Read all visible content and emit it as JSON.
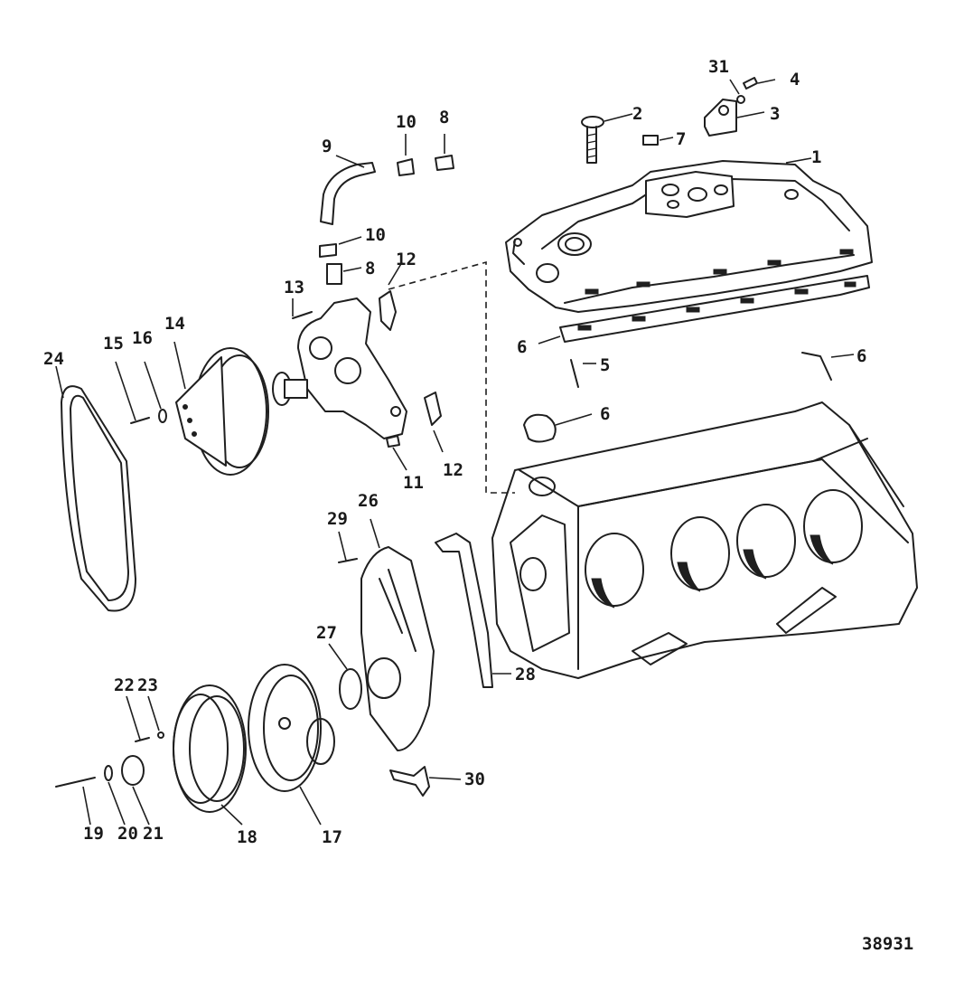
{
  "diagram": {
    "drawing_number": "38931",
    "callouts": [
      {
        "id": "c1",
        "label": "1"
      },
      {
        "id": "c2",
        "label": "2"
      },
      {
        "id": "c3",
        "label": "3"
      },
      {
        "id": "c4",
        "label": "4"
      },
      {
        "id": "c5",
        "label": "5"
      },
      {
        "id": "c6a",
        "label": "6"
      },
      {
        "id": "c6b",
        "label": "6"
      },
      {
        "id": "c6c",
        "label": "6"
      },
      {
        "id": "c7",
        "label": "7"
      },
      {
        "id": "c8a",
        "label": "8"
      },
      {
        "id": "c8b",
        "label": "8"
      },
      {
        "id": "c9",
        "label": "9"
      },
      {
        "id": "c10a",
        "label": "10"
      },
      {
        "id": "c10b",
        "label": "10"
      },
      {
        "id": "c11",
        "label": "11"
      },
      {
        "id": "c12a",
        "label": "12"
      },
      {
        "id": "c12b",
        "label": "12"
      },
      {
        "id": "c13",
        "label": "13"
      },
      {
        "id": "c14",
        "label": "14"
      },
      {
        "id": "c15",
        "label": "15"
      },
      {
        "id": "c16",
        "label": "16"
      },
      {
        "id": "c17",
        "label": "17"
      },
      {
        "id": "c18",
        "label": "18"
      },
      {
        "id": "c19",
        "label": "19"
      },
      {
        "id": "c20",
        "label": "20"
      },
      {
        "id": "c21",
        "label": "21"
      },
      {
        "id": "c22",
        "label": "22"
      },
      {
        "id": "c23",
        "label": "23"
      },
      {
        "id": "c24",
        "label": "24"
      },
      {
        "id": "c26",
        "label": "26"
      },
      {
        "id": "c27",
        "label": "27"
      },
      {
        "id": "c28",
        "label": "28"
      },
      {
        "id": "c29",
        "label": "29"
      },
      {
        "id": "c30",
        "label": "30"
      },
      {
        "id": "c31",
        "label": "31"
      }
    ]
  }
}
